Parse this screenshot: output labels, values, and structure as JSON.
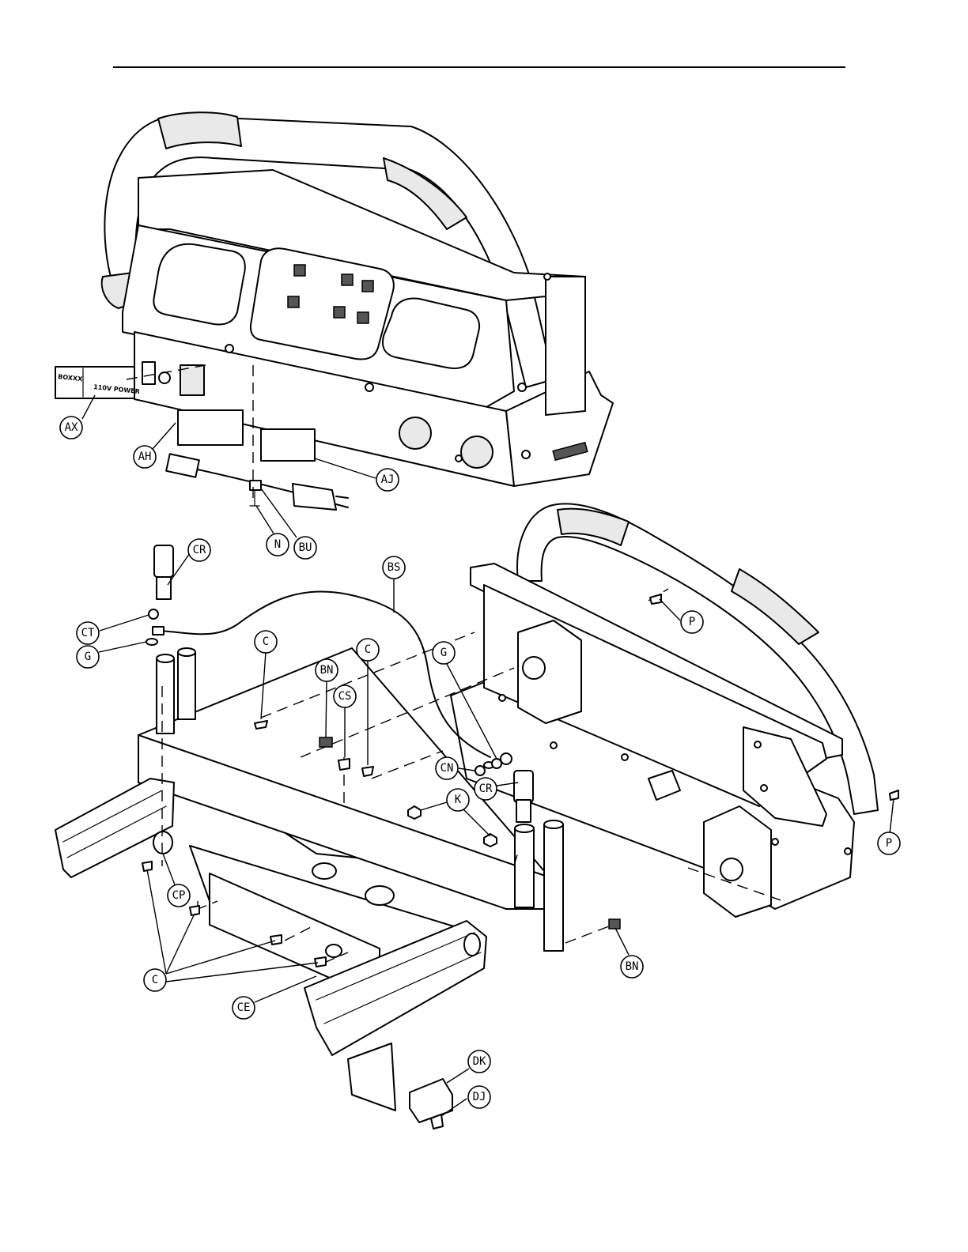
{
  "diagram": {
    "callouts": {
      "ax": "AX",
      "ah": "AH",
      "aj": "AJ",
      "n": "N",
      "bu": "BU",
      "cr_top": "CR",
      "bs": "BS",
      "ct": "CT",
      "g_left": "G",
      "c_left": "C",
      "bn_top": "BN",
      "cs": "CS",
      "c_mid": "C",
      "g_right": "G",
      "cn": "CN",
      "k": "K",
      "cr_right": "CR",
      "p_top": "P",
      "p_right": "P",
      "cp": "CP",
      "c_bottom": "C",
      "ce": "CE",
      "bn_bottom": "BN",
      "dk": "DK",
      "dj": "DJ"
    },
    "plate_label": {
      "left": "BOXXX",
      "right": "110V POWER"
    }
  }
}
